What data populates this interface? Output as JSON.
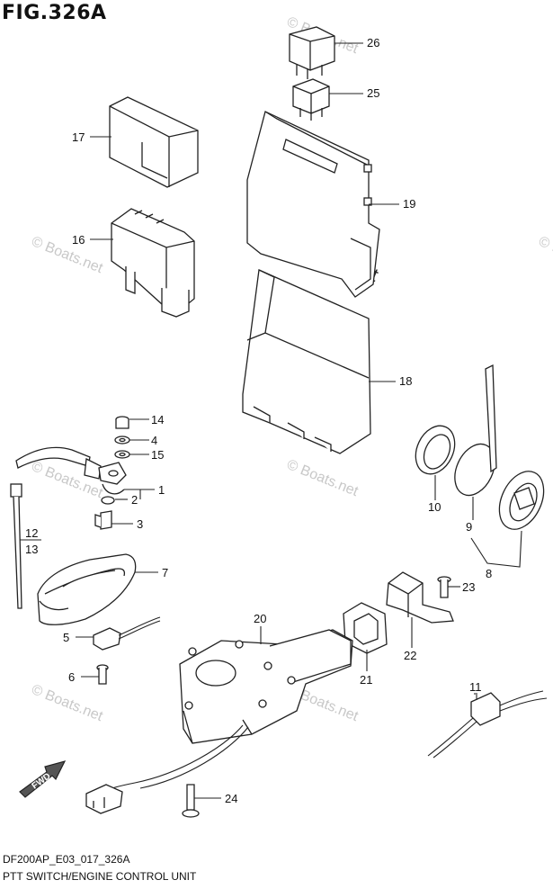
{
  "figure": {
    "title": "FIG.326A",
    "code": "DF200AP_E03_017_326A",
    "caption": "PTT SWITCH/ENGINE CONTROL UNIT"
  },
  "watermark": {
    "text": "© Boats.net"
  },
  "fwd_label": "FWD",
  "callouts": [
    "26",
    "25",
    "17",
    "19",
    "16",
    "18",
    "14",
    "4",
    "15",
    "1",
    "2",
    "3",
    "12",
    "13",
    "10",
    "9",
    "8",
    "7",
    "23",
    "5",
    "20",
    "22",
    "21",
    "6",
    "11",
    "24"
  ]
}
